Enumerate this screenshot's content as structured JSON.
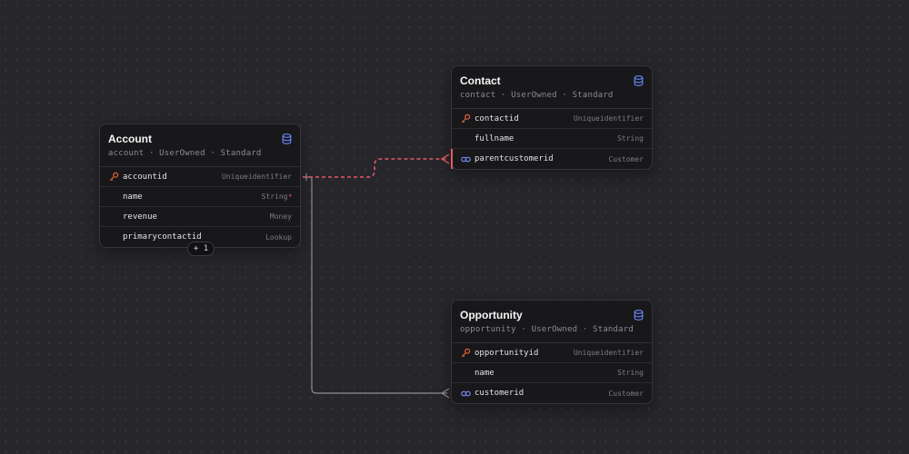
{
  "entities": {
    "account": {
      "title": "Account",
      "meta": "account · UserOwned · Standard",
      "fields": [
        {
          "name": "accountid",
          "type": "Uniqueidentifier"
        },
        {
          "name": "name",
          "type": "String",
          "required": "*"
        },
        {
          "name": "revenue",
          "type": "Money"
        },
        {
          "name": "primarycontactid",
          "type": "Lookup"
        }
      ],
      "more_label": "+ 1"
    },
    "contact": {
      "title": "Contact",
      "meta": "contact · UserOwned · Standard",
      "fields": [
        {
          "name": "contactid",
          "type": "Uniqueidentifier"
        },
        {
          "name": "fullname",
          "type": "String"
        },
        {
          "name": "parentcustomerid",
          "type": "Customer"
        }
      ]
    },
    "opportunity": {
      "title": "Opportunity",
      "meta": "opportunity · UserOwned · Standard",
      "fields": [
        {
          "name": "opportunityid",
          "type": "Uniqueidentifier"
        },
        {
          "name": "name",
          "type": "String"
        },
        {
          "name": "customerid",
          "type": "Customer"
        }
      ]
    }
  },
  "icons": {
    "entity": "database-icon",
    "primary_key": "key-icon",
    "lookup": "link-icon"
  },
  "colors": {
    "background": "#26262b",
    "card": "#18181b",
    "key_icon": "#e0633a",
    "link_icon": "#7c8cf8",
    "database_icon": "#6b8cff",
    "highlight_relation": "#e35a67",
    "relation": "#8e8e96"
  }
}
